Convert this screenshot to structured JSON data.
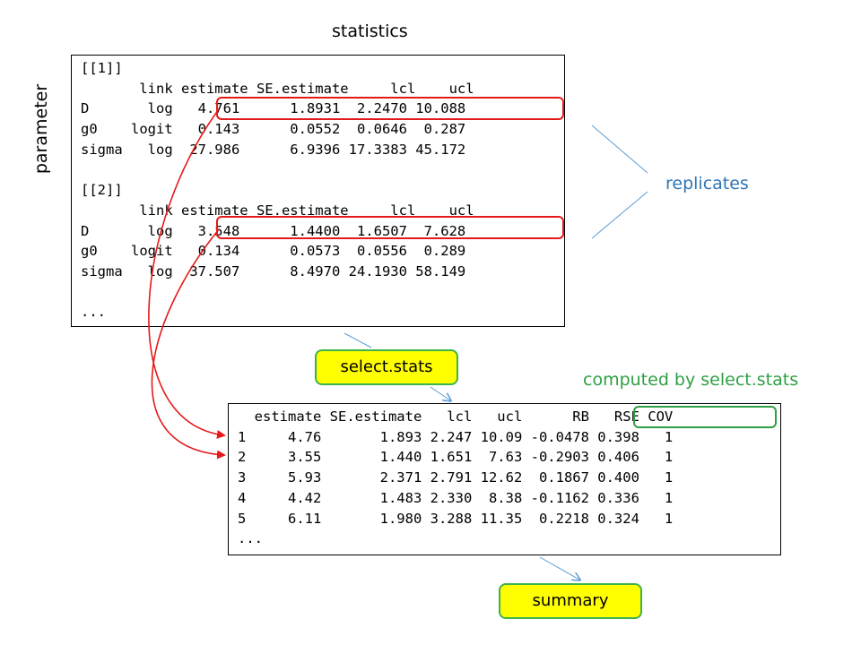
{
  "labels": {
    "statistics": "statistics",
    "parameter": "parameter",
    "replicates": "replicates",
    "computed_by": "computed by select.stats"
  },
  "buttons": {
    "select_stats": "select.stats",
    "summary": "summary"
  },
  "replicates_output": {
    "lines": [
      "[[1]]",
      "       link estimate SE.estimate     lcl    ucl",
      "D       log   4.761      1.8931  2.2470 10.088",
      "g0    logit   0.143      0.0552  0.0646  0.287",
      "sigma   log  27.986      6.9396 17.3383 45.172",
      "",
      "[[2]]",
      "       link estimate SE.estimate     lcl    ucl",
      "D       log   3.548      1.4400  1.6507  7.628",
      "g0    logit   0.134      0.0573  0.0556  0.289",
      "sigma   log  37.507      8.4970 24.1930 58.149",
      "",
      "..."
    ]
  },
  "stats_output": {
    "lines": [
      "  estimate SE.estimate   lcl   ucl      RB   RSE COV",
      "1     4.76       1.893 2.247 10.09 -0.0478 0.398   1",
      "2     3.55       1.440 1.651  7.63 -0.2903 0.406   1",
      "3     5.93       2.371 2.791 12.62  0.1867 0.400   1",
      "4     4.42       1.483 2.330  8.38 -0.1162 0.336   1",
      "5     6.11       1.980 3.288 11.35  0.2218 0.324   1",
      "..."
    ]
  },
  "colors": {
    "highlight_red": "#e41a1a",
    "computed_green": "#2ea043",
    "replicates_blue": "#2e75b6",
    "button_fill": "#ffff00"
  }
}
